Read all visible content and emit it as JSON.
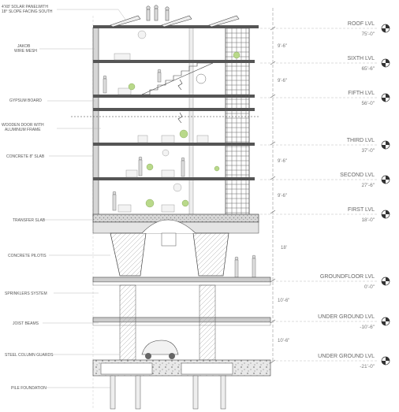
{
  "annotations": {
    "solar_line1": "4'X8' SOLAR PANELWITH",
    "solar_line2": "18° SLOPE FACING SOUTH",
    "jakob_line1": "JAKOB",
    "jakob_line2": "WIRE MESH",
    "gypsum": "GYPSUM BOARD",
    "door_line1": "WOODEN DOOR WITH",
    "door_line2": "ALUMINUM FRAME",
    "slab8": "CONCRETE 8\" SLAB",
    "transfer": "TRANSFER SLAB",
    "pilotis": "CONCRETE PILOTIS",
    "sprinklers": "SPRINKLERS SYSTEM",
    "joist": "JOIST BEAMS",
    "guards": "STEEL COLUMN GUARDS",
    "pile": "PILE FOUNDATION"
  },
  "levels": [
    {
      "name": "ROOF LVL",
      "elevation": "75'-0\""
    },
    {
      "name": "SIXTH LVL",
      "elevation": "65'-6\""
    },
    {
      "name": "FIFTH LVL",
      "elevation": "56'-0\""
    },
    {
      "name": "THIRD LVL",
      "elevation": "37'-0\""
    },
    {
      "name": "SECOND LVL",
      "elevation": "27'-6\""
    },
    {
      "name": "FIRST LVL",
      "elevation": "18'-0\""
    },
    {
      "name": "GROUNDFLOOR LVL",
      "elevation": "0'-0\""
    },
    {
      "name": "UNDER GROUND LVL",
      "elevation": "-10'-6\""
    },
    {
      "name": "UNDER GROUND LVL",
      "elevation": "-21'-0\""
    }
  ],
  "dimensions": {
    "roof_sixth": "9'-6\"",
    "sixth_fifth": "9'-6\"",
    "third_second": "9'-6\"",
    "second_first": "9'-6\"",
    "first_ground": "18'",
    "ground_ug1": "10'-6\"",
    "ug1_ug2": "10'-6\""
  }
}
